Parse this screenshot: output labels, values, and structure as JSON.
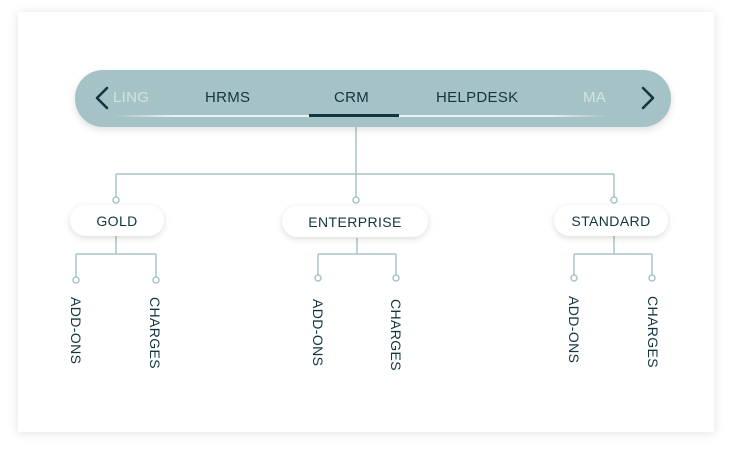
{
  "nav": {
    "tabs": [
      {
        "label": "LING",
        "state": "faded"
      },
      {
        "label": "HRMS",
        "state": "normal"
      },
      {
        "label": "CRM",
        "state": "active"
      },
      {
        "label": "HELPDESK",
        "state": "normal"
      },
      {
        "label": "MA",
        "state": "faded"
      }
    ],
    "prev_icon": "chevron-left-icon",
    "next_icon": "chevron-right-icon"
  },
  "plans": [
    {
      "label": "GOLD",
      "children": [
        "ADD-ONS",
        "CHARGES"
      ]
    },
    {
      "label": "ENTERPRISE",
      "children": [
        "ADD-ONS",
        "CHARGES"
      ]
    },
    {
      "label": "STANDARD",
      "children": [
        "ADD-ONS",
        "CHARGES"
      ]
    }
  ],
  "colors": {
    "navbar_bg": "#a5c3c6",
    "text": "#133540",
    "connector": "#a9c4c7",
    "card_bg": "#ffffff"
  }
}
